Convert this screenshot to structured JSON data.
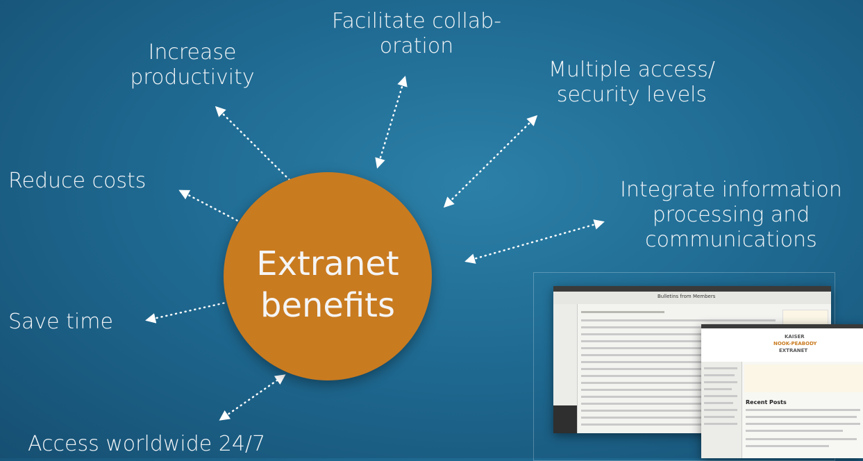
{
  "diagram": {
    "center_label": [
      "Extranet",
      "benefits"
    ],
    "benefits": {
      "increase_productivity": [
        "Increase",
        "productivity"
      ],
      "facilitate_collaboration": [
        "Facilitate collab-",
        "oration"
      ],
      "multiple_access": [
        "Multiple access/",
        "security levels"
      ],
      "reduce_costs": "Reduce costs",
      "integrate_information": [
        "Integrate information",
        "processing and",
        "communications"
      ],
      "save_time": "Save time",
      "access_worldwide": "Access worldwide 24/7"
    },
    "colors": {
      "background": "#1f6a92",
      "circle": "#c97b20",
      "text": "#f2f5f7",
      "arrow": "#ffffff"
    }
  },
  "screenshots": {
    "back_window_title": "Bulletins from Members",
    "front_window_logo": [
      "KAISER",
      "NOOK-PEABODY",
      "EXTRANET"
    ],
    "front_window_heading": "Recent Posts"
  }
}
